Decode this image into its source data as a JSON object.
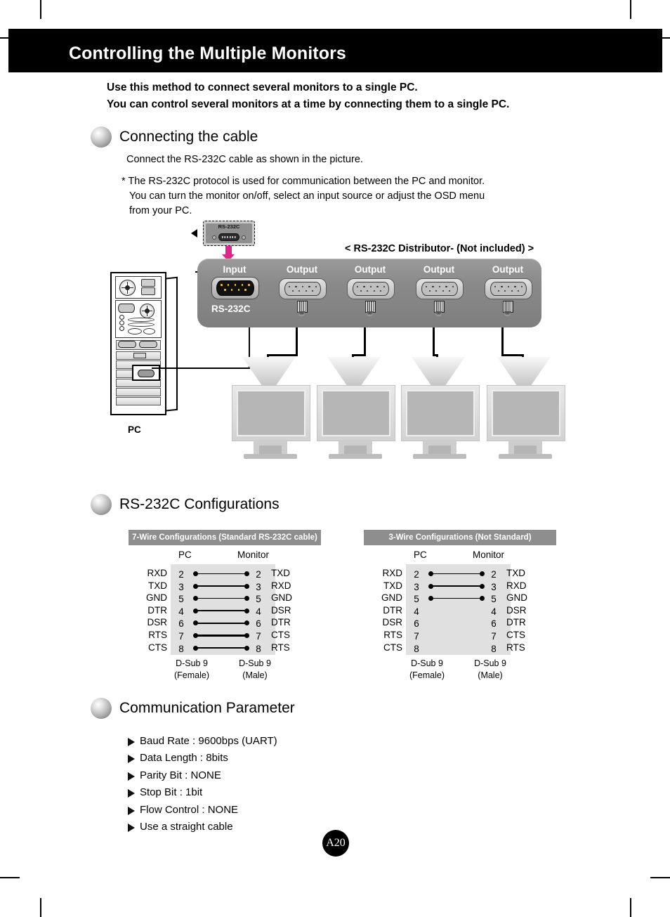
{
  "header": {
    "title": "Controlling the Multiple Monitors"
  },
  "intro": {
    "line1": "Use this method to connect several monitors to a single PC.",
    "line2": "You can control several monitors at a time by connecting them to a single PC."
  },
  "sections": {
    "connecting": {
      "title": "Connecting the cable",
      "subtitle": "Connect the RS-232C cable as shown in the picture.",
      "note_line1": "* The RS-232C protocol is used for communication between the PC and monitor.",
      "note_line2": "You can turn the monitor on/off, select an input source or adjust the OSD menu",
      "note_line3": "from your PC."
    },
    "configurations": {
      "title": "RS-232C Configurations"
    },
    "communication": {
      "title": "Communication Parameter"
    }
  },
  "diagram": {
    "cable_box_label": "RS-232C",
    "distributor_caption": "< RS-232C Distributor- (Not included) >",
    "input_label": "Input",
    "input_connector_label": "RS-232C",
    "output_labels": [
      "Output",
      "Output",
      "Output",
      "Output"
    ],
    "pc_label": "PC"
  },
  "configs": [
    {
      "heading": "7-Wire Configurations (Standard RS-232C cable)",
      "left_col_title": "PC",
      "right_col_title": "Monitor",
      "left_signals": [
        "RXD",
        "TXD",
        "GND",
        "DTR",
        "DSR",
        "RTS",
        "CTS"
      ],
      "left_pins": [
        "2",
        "3",
        "5",
        "4",
        "6",
        "7",
        "8"
      ],
      "right_pins": [
        "2",
        "3",
        "5",
        "4",
        "6",
        "7",
        "8"
      ],
      "right_signals": [
        "TXD",
        "RXD",
        "GND",
        "DSR",
        "DTR",
        "CTS",
        "RTS"
      ],
      "connected_rows": [
        0,
        1,
        2,
        3,
        4,
        5,
        6
      ],
      "thick_rows": [
        1,
        5
      ],
      "left_footer_line1": "D-Sub 9",
      "left_footer_line2": "(Female)",
      "right_footer_line1": "D-Sub 9",
      "right_footer_line2": "(Male)"
    },
    {
      "heading": "3-Wire Configurations (Not Standard)",
      "left_col_title": "PC",
      "right_col_title": "Monitor",
      "left_signals": [
        "RXD",
        "TXD",
        "GND",
        "DTR",
        "DSR",
        "RTS",
        "CTS"
      ],
      "left_pins": [
        "2",
        "3",
        "5",
        "4",
        "6",
        "7",
        "8"
      ],
      "right_pins": [
        "2",
        "3",
        "5",
        "4",
        "6",
        "7",
        "8"
      ],
      "right_signals": [
        "TXD",
        "RXD",
        "GND",
        "DSR",
        "DTR",
        "CTS",
        "RTS"
      ],
      "connected_rows": [
        0,
        1,
        2
      ],
      "thick_rows": [],
      "left_footer_line1": "D-Sub 9",
      "left_footer_line2": "(Female)",
      "right_footer_line1": "D-Sub 9",
      "right_footer_line2": "(Male)"
    }
  ],
  "parameters": [
    "Baud Rate : 9600bps (UART)",
    "Data Length : 8bits",
    "Parity Bit : NONE",
    "Stop Bit : 1bit",
    "Flow Control : NONE",
    "Use a straight cable"
  ],
  "page": {
    "number": "A20"
  },
  "colors": {
    "header_bar": "#000000",
    "accent_arrow": "#e0268a",
    "distributor_body": "#8a8a8a",
    "config_heading_bar": "#8e8e8e",
    "config_panel": "#e0e0e0"
  }
}
